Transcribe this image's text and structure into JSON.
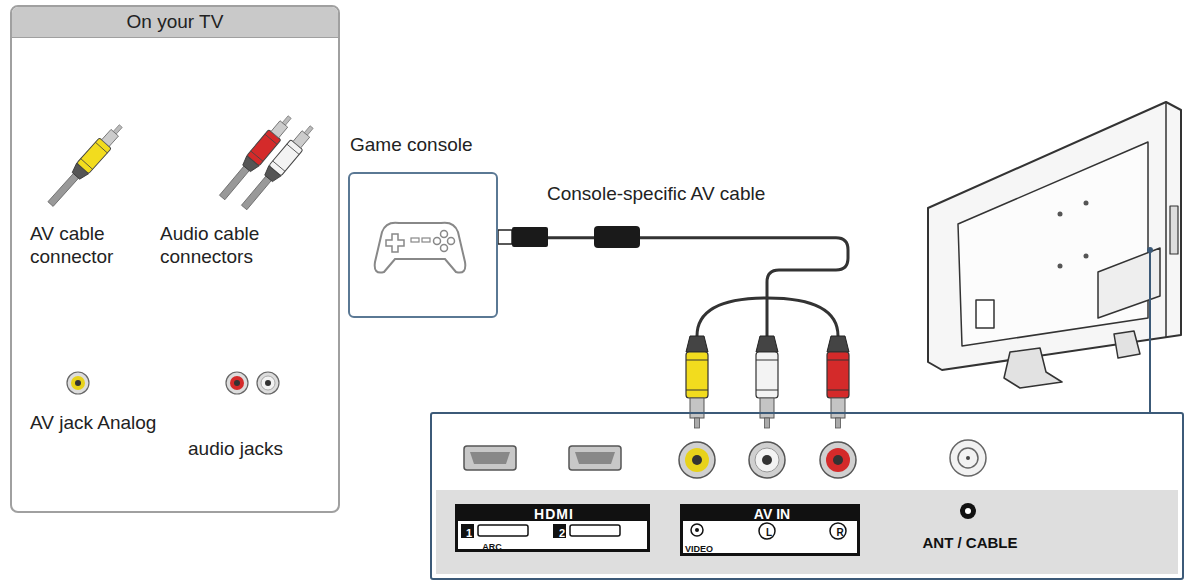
{
  "diagram": {
    "nodes": [
      {
        "text": [
          "On your TV"
        ]
      },
      {
        "text": [
          "Game console"
        ]
      },
      {
        "text": [
          "HDMI",
          "1",
          "ARC",
          "2",
          "AV IN",
          "VIDEO",
          "L",
          "R",
          "ANT / CABLE"
        ]
      }
    ],
    "edges": [
      {
        "from": 1,
        "to": 2,
        "arrow": "none",
        "label": "Console-specific AV cable"
      }
    ],
    "labels": [
      "AV cable connector",
      "Audio cable connectors",
      "AV jack Analog",
      "audio jacks"
    ]
  }
}
